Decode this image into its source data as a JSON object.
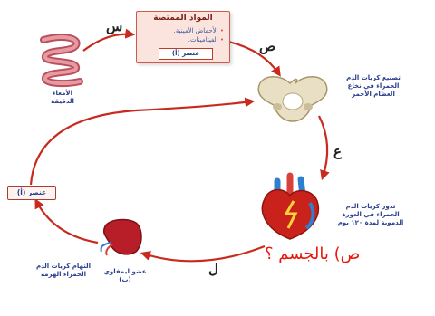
{
  "arrow_labels": {
    "s": "س",
    "ss": "ص",
    "ain": "ع",
    "l": "ل"
  },
  "absorbed": {
    "title": "المواد الممتصة",
    "items": [
      "الأحماض الأمينية.",
      "الفيتامينات."
    ],
    "element": "عنصر (أ)"
  },
  "intestine_label": [
    "الأمعاء",
    "الدقيقة"
  ],
  "bone_label": [
    "تصنيع كريات الدم",
    "الحمراء في نخاع",
    "العظام الأحمر"
  ],
  "heart_label": [
    "تدور كريات الدم",
    "الحمراء في الدورة",
    "الدموية لمدة ١٢٠ يوم"
  ],
  "spleen_label": [
    "التهام كريات الدم",
    "الحمراء الهرمة"
  ],
  "organ_label": [
    "عضو ليمفاوي",
    "(ب)"
  ],
  "element_left": "عنصر (أ)",
  "question": "ص) بالجسم ؟",
  "colors": {
    "arrow": "#c82a1e",
    "label_text": "#2b3d8f",
    "box_border": "#d1584a",
    "question": "#e8180c"
  },
  "icons": [
    "intestine-icon",
    "pelvis-bone-icon",
    "heart-icon",
    "spleen-icon"
  ]
}
